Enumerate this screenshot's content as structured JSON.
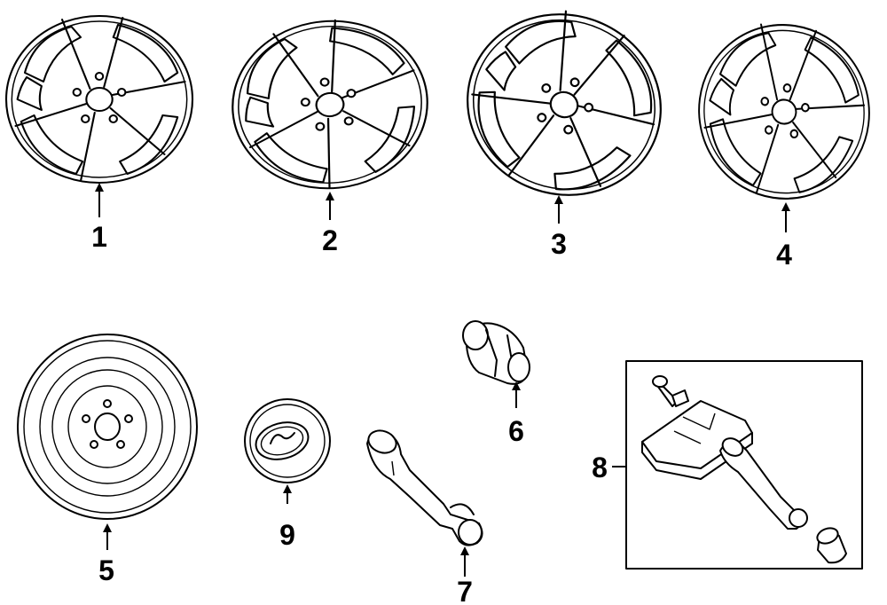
{
  "parts": [
    {
      "id": "1",
      "label": "1",
      "name": "wheel-alloy-1"
    },
    {
      "id": "2",
      "label": "2",
      "name": "wheel-alloy-2"
    },
    {
      "id": "3",
      "label": "3",
      "name": "wheel-alloy-3"
    },
    {
      "id": "4",
      "label": "4",
      "name": "wheel-alloy-4"
    },
    {
      "id": "5",
      "label": "5",
      "name": "spare-wheel"
    },
    {
      "id": "6",
      "label": "6",
      "name": "lug-nut"
    },
    {
      "id": "7",
      "label": "7",
      "name": "valve-stem"
    },
    {
      "id": "8",
      "label": "8",
      "name": "tpms-sensor-kit"
    },
    {
      "id": "9",
      "label": "9",
      "name": "center-cap"
    }
  ]
}
